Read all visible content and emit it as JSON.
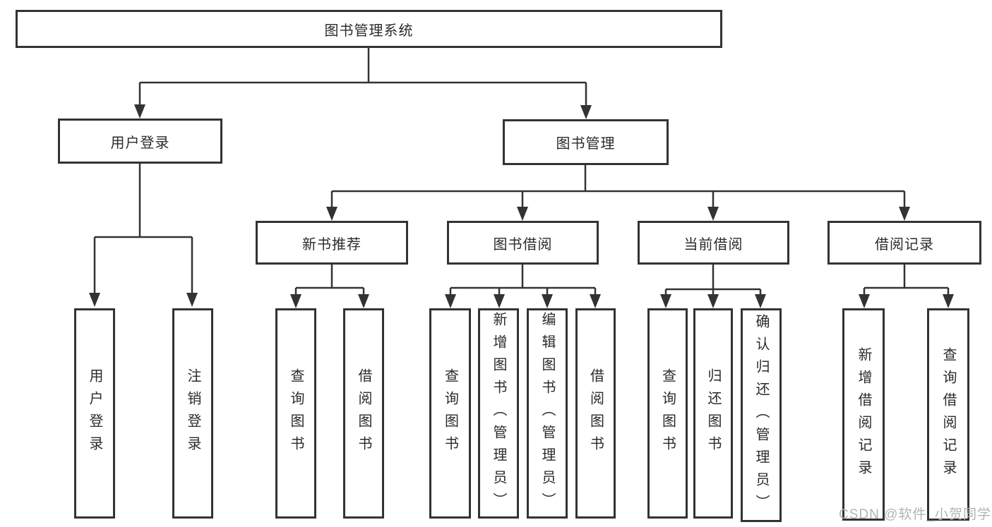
{
  "tree": {
    "root": {
      "label": "图书管理系统"
    },
    "l2": [
      {
        "label": "用户登录",
        "children": [
          {
            "label": "用户登录"
          },
          {
            "label": "注销登录"
          }
        ]
      },
      {
        "label": "图书管理"
      }
    ],
    "l3": [
      {
        "label": "新书推荐",
        "children": [
          {
            "label": "查询图书"
          },
          {
            "label": "借阅图书"
          }
        ]
      },
      {
        "label": "图书借阅",
        "children": [
          {
            "label": "查询图书"
          },
          {
            "label": "新增图书（管理员）"
          },
          {
            "label": "编辑图书（管理员）"
          },
          {
            "label": "借阅图书"
          }
        ]
      },
      {
        "label": "当前借阅",
        "children": [
          {
            "label": "查询图书"
          },
          {
            "label": "归还图书"
          },
          {
            "label": "确认归还（管理员）"
          }
        ]
      },
      {
        "label": "借阅记录",
        "children": [
          {
            "label": "新增借阅记录"
          },
          {
            "label": "查询借阅记录"
          }
        ]
      }
    ]
  },
  "watermark": "CSDN @软件_小贺同学",
  "colors": {
    "line": "#333333",
    "box_border": "#333333",
    "box_fill": "#ffffff",
    "text": "#2b2b2b",
    "watermark_text": "#b3b3b3",
    "background": "#ffffff"
  }
}
